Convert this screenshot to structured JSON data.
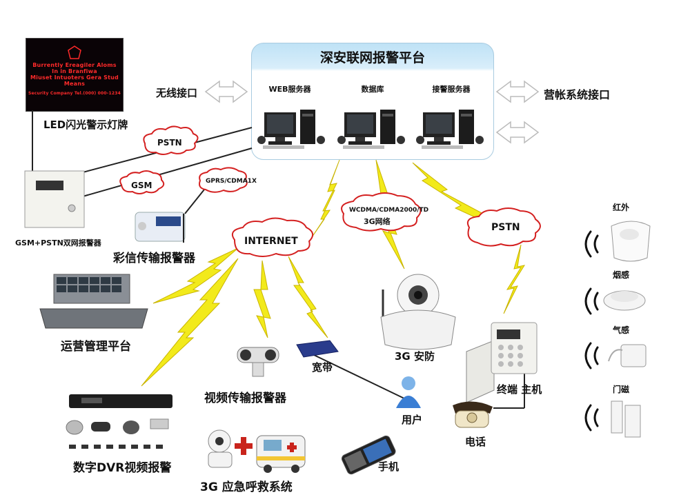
{
  "server": {
    "title": "深安联网报警平台",
    "web": "WEB服务器",
    "db": "数据库",
    "alarm": "接警服务器"
  },
  "interfaces": {
    "wireless": "无线接口",
    "camp": "营帐系统接口"
  },
  "led": {
    "caption": "LED闪光警示灯牌",
    "lines": [
      "Burrently Ereagiler Aloms",
      "In in Branfiwa",
      "Miuset Intuoters Gera Stud Means",
      "Security Company Tel.(000) 000-1234"
    ]
  },
  "clouds": {
    "pstn_left": "PSTN",
    "gsm": "GSM",
    "gprs": "GPRS/CDMA1X",
    "internet": "INTERNET",
    "wcdma_line1": "WCDMA/CDMA2000/TD",
    "wcdma_line2": "3G网络",
    "pstn_right": "PSTN"
  },
  "devices": {
    "gsm_pstn": "GSM+PSTN双网报警器",
    "mms": "彩信传输报警器",
    "ops": "运营管理平台",
    "dvr": "数字DVR视频报警",
    "video": "视频传输报警器",
    "broadband": "宽带",
    "emergency": "3G 应急呼救系统",
    "user": "用户",
    "phone": "手机",
    "security3g": "3G 安防",
    "terminal": "终端 主机",
    "telephone": "电话"
  },
  "sensors": {
    "infrared": "红外",
    "smoke": "烟感",
    "gas": "气感",
    "door": "门磁"
  },
  "colors": {
    "lightning": "#f2ea1b",
    "cloud_border": "#d42020",
    "server_header": "#bfe2f6",
    "led_text": "#ff2a2a"
  },
  "icons": [
    "computer-icon",
    "lightning-bolt-icon",
    "cloud-icon",
    "camera-icon",
    "router-icon",
    "user-icon",
    "mobile-phone-icon",
    "telephone-icon",
    "keypad-icon",
    "sensor-icon",
    "ambulance-icon"
  ]
}
